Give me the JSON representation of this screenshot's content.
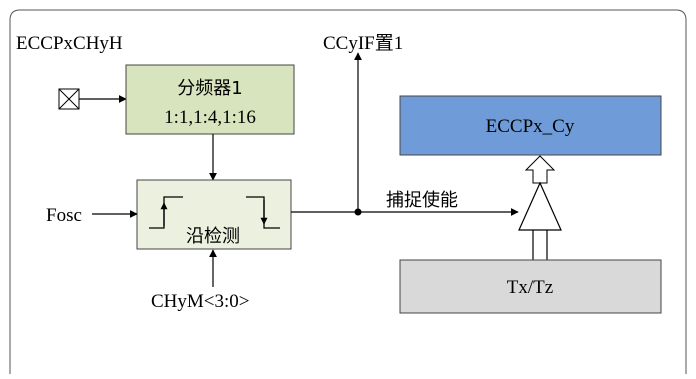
{
  "frame_label": "ECCPxCHyH",
  "prescaler": {
    "title": "分频器1",
    "ratios": "1:1,1:4,1:16",
    "fill": "#d7e4bd"
  },
  "edge_detect": {
    "label": "沿检测",
    "fill": "#ebf1de"
  },
  "inputs": {
    "fosc": "Fosc",
    "mode": "CHyM<3:0>"
  },
  "flag_label": "CCyIF置1",
  "capture_enable_label": "捕捉使能",
  "output_block": {
    "label": "ECCPx_Cy",
    "fill": "#6f9bd8"
  },
  "timer_block": {
    "label": "Tx/Tz",
    "fill": "#d9d9d9"
  },
  "icons": [
    "input-pin-x-box-icon",
    "edge-rising-icon",
    "edge-falling-icon",
    "tristate-buffer-icon"
  ]
}
